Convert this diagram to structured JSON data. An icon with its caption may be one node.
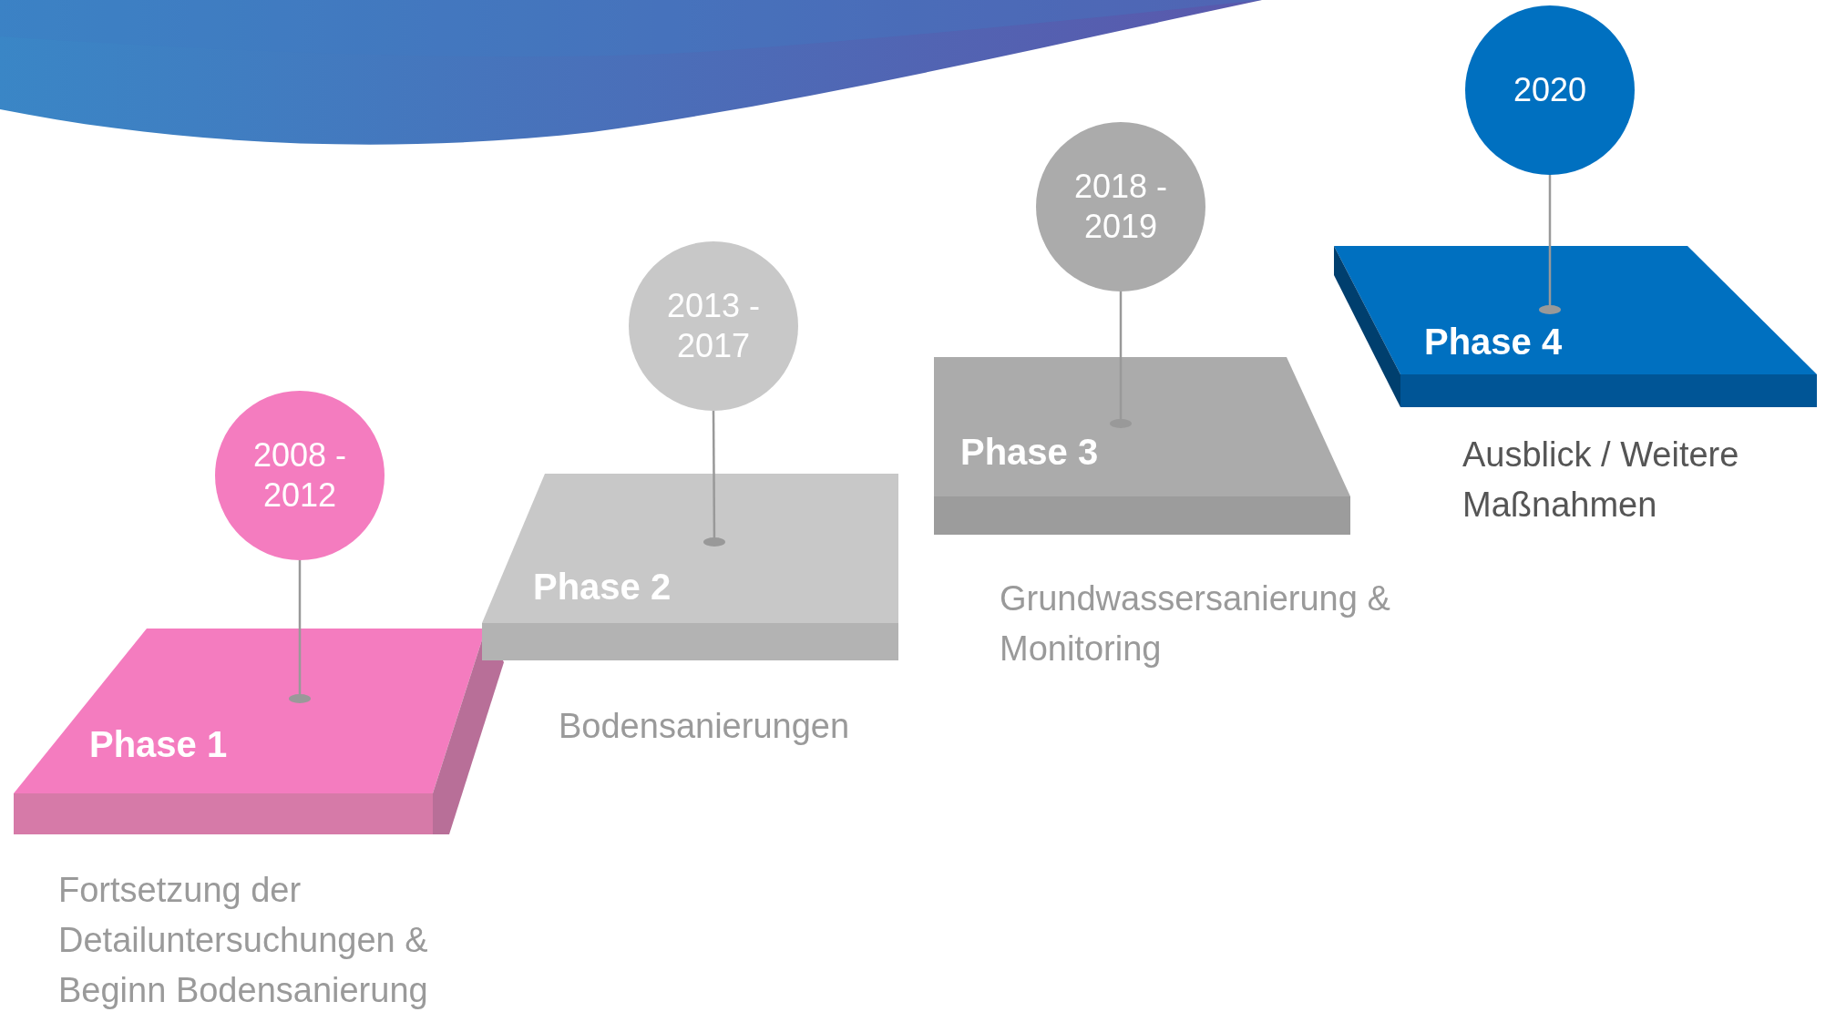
{
  "diagram": {
    "nodes": [
      {
        "text": [
          "2008 - 2012"
        ]
      },
      {
        "text": [
          "Phase 1"
        ],
        "beside": [
          "Fortsetzung der Detailuntersuchungen & Beginn Bodensanierung"
        ]
      },
      {
        "text": [
          "2013 - 2017"
        ]
      },
      {
        "text": [
          "Phase 2"
        ],
        "beside": [
          "Bodensanierungen"
        ]
      },
      {
        "text": [
          "2018 - 2019"
        ]
      },
      {
        "text": [
          "Phase 3"
        ],
        "beside": [
          "Grundwassersanierung & Monitoring"
        ]
      },
      {
        "text": [
          "2020"
        ]
      },
      {
        "text": [
          "Phase 4"
        ],
        "beside": [
          "Ausblick / Weitere Maßnahmen"
        ]
      }
    ],
    "edges": [
      {
        "from": 0,
        "to": 1,
        "arrow": "other"
      },
      {
        "from": 2,
        "to": 3,
        "arrow": "other"
      },
      {
        "from": 4,
        "to": 5,
        "arrow": "other"
      },
      {
        "from": 6,
        "to": 7,
        "arrow": "other"
      }
    ]
  }
}
